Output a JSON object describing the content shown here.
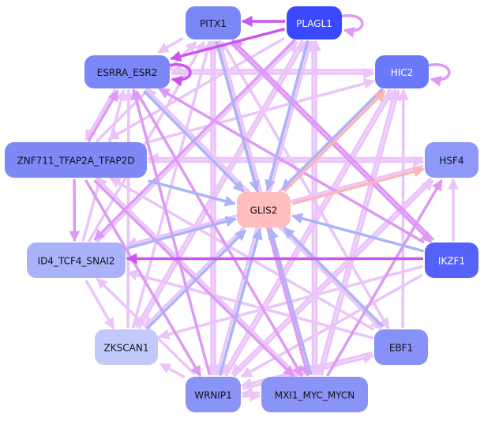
{
  "diagram": {
    "type": "regulatory-network",
    "edge_colors": {
      "strong": "#cc55ee",
      "medium": "#dd99f5",
      "light": "#ebc4fa",
      "blue": "#aab4f7",
      "salmon": "#ffb3b3"
    },
    "nodes": [
      {
        "id": "PITX1",
        "label": "PITX1",
        "fill": "#7b87f7",
        "text_color": "#111111"
      },
      {
        "id": "PLAGL1",
        "label": "PLAGL1",
        "fill": "#3a48ff",
        "text_color": "#ffffff"
      },
      {
        "id": "ESRRA_ESR2",
        "label": "ESRRA_ESR2",
        "fill": "#7b87f7",
        "text_color": "#111111"
      },
      {
        "id": "HIC2",
        "label": "HIC2",
        "fill": "#6a78fa",
        "text_color": "#ffffff"
      },
      {
        "id": "ZNF711_TFAP2A_TFAP2D",
        "label": "ZNF711_TFAP2A_TFAP2D",
        "fill": "#7e89f6",
        "text_color": "#111111"
      },
      {
        "id": "HSF4",
        "label": "HSF4",
        "fill": "#8e98f8",
        "text_color": "#111111"
      },
      {
        "id": "GLIS2",
        "label": "GLIS2",
        "fill": "#ffbdbd",
        "text_color": "#111111"
      },
      {
        "id": "ID4_TCF4_SNAI2",
        "label": "ID4_TCF4_SNAI2",
        "fill": "#aab2f9",
        "text_color": "#111111"
      },
      {
        "id": "IKZF1",
        "label": "IKZF1",
        "fill": "#5562fa",
        "text_color": "#ffffff"
      },
      {
        "id": "ZKSCAN1",
        "label": "ZKSCAN1",
        "fill": "#c3c9fb",
        "text_color": "#111111"
      },
      {
        "id": "EBF1",
        "label": "EBF1",
        "fill": "#8791f7",
        "text_color": "#111111"
      },
      {
        "id": "WRNIP1",
        "label": "WRNIP1",
        "fill": "#8a94f7",
        "text_color": "#111111"
      },
      {
        "id": "MXI1_MYC_MYCN",
        "label": "MXI1_MYC_MYCN",
        "fill": "#8a94f7",
        "text_color": "#111111"
      }
    ],
    "edges": [
      {
        "from": "PLAGL1",
        "to": "PITX1",
        "color": "strong"
      },
      {
        "from": "PLAGL1",
        "to": "PLAGL1",
        "color": "medium"
      },
      {
        "from": "PLAGL1",
        "to": "ESRRA_ESR2",
        "color": "strong"
      },
      {
        "from": "ESRRA_ESR2",
        "to": "ESRRA_ESR2",
        "color": "strong"
      },
      {
        "from": "HIC2",
        "to": "HIC2",
        "color": "medium"
      },
      {
        "from": "PITX1",
        "to": "GLIS2",
        "color": "blue"
      },
      {
        "from": "PLAGL1",
        "to": "GLIS2",
        "color": "blue"
      },
      {
        "from": "ESRRA_ESR2",
        "to": "GLIS2",
        "color": "blue"
      },
      {
        "from": "HIC2",
        "to": "GLIS2",
        "color": "blue"
      },
      {
        "from": "GLIS2",
        "to": "HIC2",
        "color": "salmon"
      },
      {
        "from": "GLIS2",
        "to": "HSF4",
        "color": "salmon"
      },
      {
        "from": "ZNF711_TFAP2A_TFAP2D",
        "to": "GLIS2",
        "color": "blue"
      },
      {
        "from": "ID4_TCF4_SNAI2",
        "to": "GLIS2",
        "color": "blue"
      },
      {
        "from": "IKZF1",
        "to": "GLIS2",
        "color": "blue"
      },
      {
        "from": "ZKSCAN1",
        "to": "GLIS2",
        "color": "blue"
      },
      {
        "from": "EBF1",
        "to": "GLIS2",
        "color": "blue"
      },
      {
        "from": "WRNIP1",
        "to": "GLIS2",
        "color": "blue"
      },
      {
        "from": "MXI1_MYC_MYCN",
        "to": "GLIS2",
        "color": "blue"
      },
      {
        "from": "IKZF1",
        "to": "ID4_TCF4_SNAI2",
        "color": "strong"
      },
      {
        "from": "IKZF1",
        "to": "HSF4",
        "color": "light"
      },
      {
        "from": "IKZF1",
        "to": "PITX1",
        "color": "medium"
      },
      {
        "from": "IKZF1",
        "to": "ESRRA_ESR2",
        "color": "medium"
      },
      {
        "from": "IKZF1",
        "to": "ZKSCAN1",
        "color": "light"
      },
      {
        "from": "IKZF1",
        "to": "WRNIP1",
        "color": "light"
      },
      {
        "from": "MXI1_MYC_MYCN",
        "to": "HSF4",
        "color": "medium"
      },
      {
        "from": "MXI1_MYC_MYCN",
        "to": "PLAGL1",
        "color": "light"
      },
      {
        "from": "MXI1_MYC_MYCN",
        "to": "HIC2",
        "color": "light"
      },
      {
        "from": "MXI1_MYC_MYCN",
        "to": "WRNIP1",
        "color": "light"
      },
      {
        "from": "MXI1_MYC_MYCN",
        "to": "ZNF711_TFAP2A_TFAP2D",
        "color": "light"
      },
      {
        "from": "MXI1_MYC_MYCN",
        "to": "PITX1",
        "color": "light"
      },
      {
        "from": "WRNIP1",
        "to": "MXI1_MYC_MYCN",
        "color": "light"
      },
      {
        "from": "WRNIP1",
        "to": "PITX1",
        "color": "light"
      },
      {
        "from": "WRNIP1",
        "to": "PLAGL1",
        "color": "light"
      },
      {
        "from": "WRNIP1",
        "to": "HIC2",
        "color": "light"
      },
      {
        "from": "WRNIP1",
        "to": "HSF4",
        "color": "light"
      },
      {
        "from": "WRNIP1",
        "to": "ZKSCAN1",
        "color": "light"
      },
      {
        "from": "WRNIP1",
        "to": "ESRRA_ESR2",
        "color": "medium"
      },
      {
        "from": "WRNIP1",
        "to": "ID4_TCF4_SNAI2",
        "color": "light"
      },
      {
        "from": "WRNIP1",
        "to": "EBF1",
        "color": "light"
      },
      {
        "from": "EBF1",
        "to": "HIC2",
        "color": "light"
      },
      {
        "from": "EBF1",
        "to": "ESRRA_ESR2",
        "color": "light"
      },
      {
        "from": "EBF1",
        "to": "ZNF711_TFAP2A_TFAP2D",
        "color": "light"
      },
      {
        "from": "EBF1",
        "to": "WRNIP1",
        "color": "light"
      },
      {
        "from": "EBF1",
        "to": "ID4_TCF4_SNAI2",
        "color": "light"
      },
      {
        "from": "ZKSCAN1",
        "to": "PLAGL1",
        "color": "light"
      },
      {
        "from": "ZKSCAN1",
        "to": "ESRRA_ESR2",
        "color": "light"
      },
      {
        "from": "ZKSCAN1",
        "to": "PITX1",
        "color": "light"
      },
      {
        "from": "ID4_TCF4_SNAI2",
        "to": "PLAGL1",
        "color": "light"
      },
      {
        "from": "ID4_TCF4_SNAI2",
        "to": "ESRRA_ESR2",
        "color": "light"
      },
      {
        "from": "ID4_TCF4_SNAI2",
        "to": "ZKSCAN1",
        "color": "light"
      },
      {
        "from": "ID4_TCF4_SNAI2",
        "to": "PITX1",
        "color": "light"
      },
      {
        "from": "ZNF711_TFAP2A_TFAP2D",
        "to": "ID4_TCF4_SNAI2",
        "color": "medium"
      },
      {
        "from": "ZNF711_TFAP2A_TFAP2D",
        "to": "ESRRA_ESR2",
        "color": "medium"
      },
      {
        "from": "ZNF711_TFAP2A_TFAP2D",
        "to": "HSF4",
        "color": "light"
      },
      {
        "from": "ZNF711_TFAP2A_TFAP2D",
        "to": "HIC2",
        "color": "light"
      },
      {
        "from": "ZNF711_TFAP2A_TFAP2D",
        "to": "MXI1_MYC_MYCN",
        "color": "medium"
      },
      {
        "from": "ZNF711_TFAP2A_TFAP2D",
        "to": "WRNIP1",
        "color": "medium"
      },
      {
        "from": "ZNF711_TFAP2A_TFAP2D",
        "to": "PITX1",
        "color": "light"
      },
      {
        "from": "ESRRA_ESR2",
        "to": "ZNF711_TFAP2A_TFAP2D",
        "color": "light"
      },
      {
        "from": "ESRRA_ESR2",
        "to": "HIC2",
        "color": "light"
      },
      {
        "from": "ESRRA_ESR2",
        "to": "MXI1_MYC_MYCN",
        "color": "medium"
      },
      {
        "from": "ESRRA_ESR2",
        "to": "EBF1",
        "color": "light"
      },
      {
        "from": "PITX1",
        "to": "ESRRA_ESR2",
        "color": "light"
      },
      {
        "from": "PITX1",
        "to": "MXI1_MYC_MYCN",
        "color": "medium"
      },
      {
        "from": "PITX1",
        "to": "WRNIP1",
        "color": "light"
      },
      {
        "from": "PITX1",
        "to": "IKZF1",
        "color": "medium"
      },
      {
        "from": "PITX1",
        "to": "EBF1",
        "color": "light"
      },
      {
        "from": "PLAGL1",
        "to": "ZNF711_TFAP2A_TFAP2D",
        "color": "light"
      },
      {
        "from": "PLAGL1",
        "to": "ID4_TCF4_SNAI2",
        "color": "medium"
      },
      {
        "from": "PLAGL1",
        "to": "WRNIP1",
        "color": "light"
      },
      {
        "from": "PLAGL1",
        "to": "MXI1_MYC_MYCN",
        "color": "light"
      },
      {
        "from": "PLAGL1",
        "to": "ZKSCAN1",
        "color": "light"
      },
      {
        "from": "HIC2",
        "to": "WRNIP1",
        "color": "light"
      },
      {
        "from": "HIC2",
        "to": "MXI1_MYC_MYCN",
        "color": "light"
      },
      {
        "from": "HIC2",
        "to": "ZKSCAN1",
        "color": "light"
      },
      {
        "from": "HIC2",
        "to": "ESRRA_ESR2",
        "color": "light"
      },
      {
        "from": "HSF4",
        "to": "WRNIP1",
        "color": "light"
      },
      {
        "from": "HSF4",
        "to": "ZNF711_TFAP2A_TFAP2D",
        "color": "light"
      },
      {
        "from": "HSF4",
        "to": "ID4_TCF4_SNAI2",
        "color": "light"
      }
    ]
  }
}
